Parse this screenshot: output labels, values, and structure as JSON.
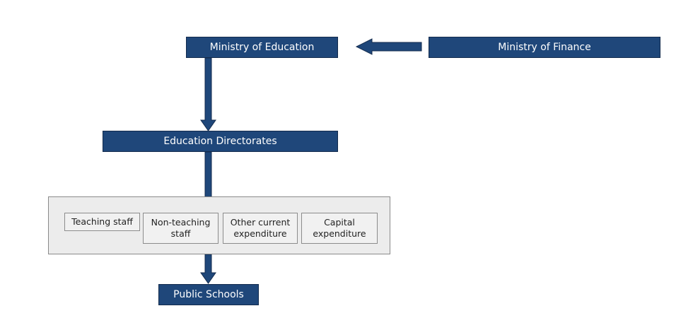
{
  "nodes": {
    "ministry_of_education": "Ministry of Education",
    "ministry_of_finance": "Ministry of Finance",
    "education_directorates": "Education Directorates",
    "public_schools": "Public Schools"
  },
  "expenditure_categories": [
    "Teaching staff",
    "Non-teaching\nstaff",
    "Other current\nexpenditure",
    "Capital\nexpenditure"
  ],
  "colors": {
    "node_fill": "#1f477a",
    "node_border": "#132b4d",
    "arrow_fill": "#1f477a",
    "panel_fill": "#ececec",
    "panel_border": "#8a8a8a"
  }
}
